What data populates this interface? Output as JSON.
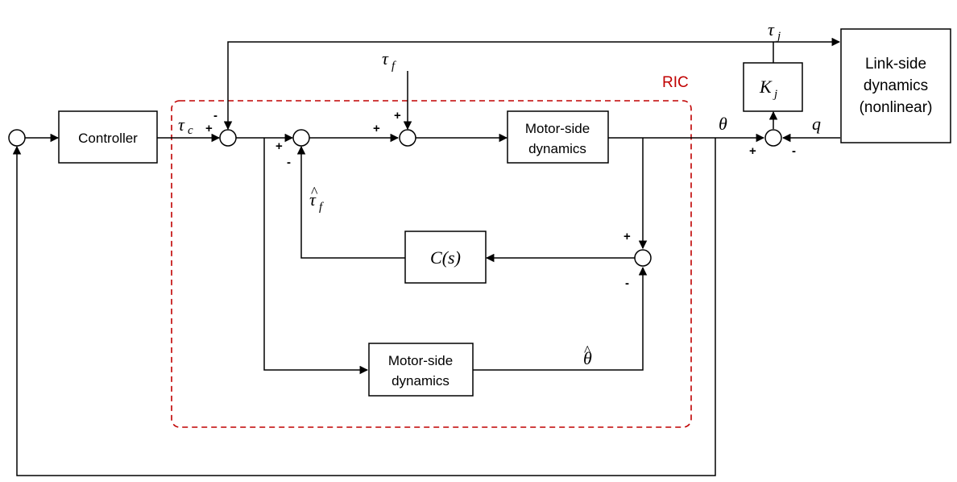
{
  "blocks": {
    "controller": "Controller",
    "motor_side_top": [
      "Motor-side",
      "dynamics"
    ],
    "motor_side_bottom": [
      "Motor-side",
      "dynamics"
    ],
    "cs": "C(s)",
    "kj": "K",
    "kj_sub": "j",
    "link_side": [
      "Link-side",
      "dynamics",
      "(nonlinear)"
    ]
  },
  "region": {
    "label": "RIC",
    "color": "#c00000"
  },
  "signals": {
    "tau": "τ",
    "tau_c_sub": "c",
    "tau_f_sub": "f",
    "tau_j_sub": "j",
    "theta": "θ",
    "q": "q",
    "hat": "^"
  },
  "signs": {
    "plus": "+",
    "minus": "-"
  }
}
